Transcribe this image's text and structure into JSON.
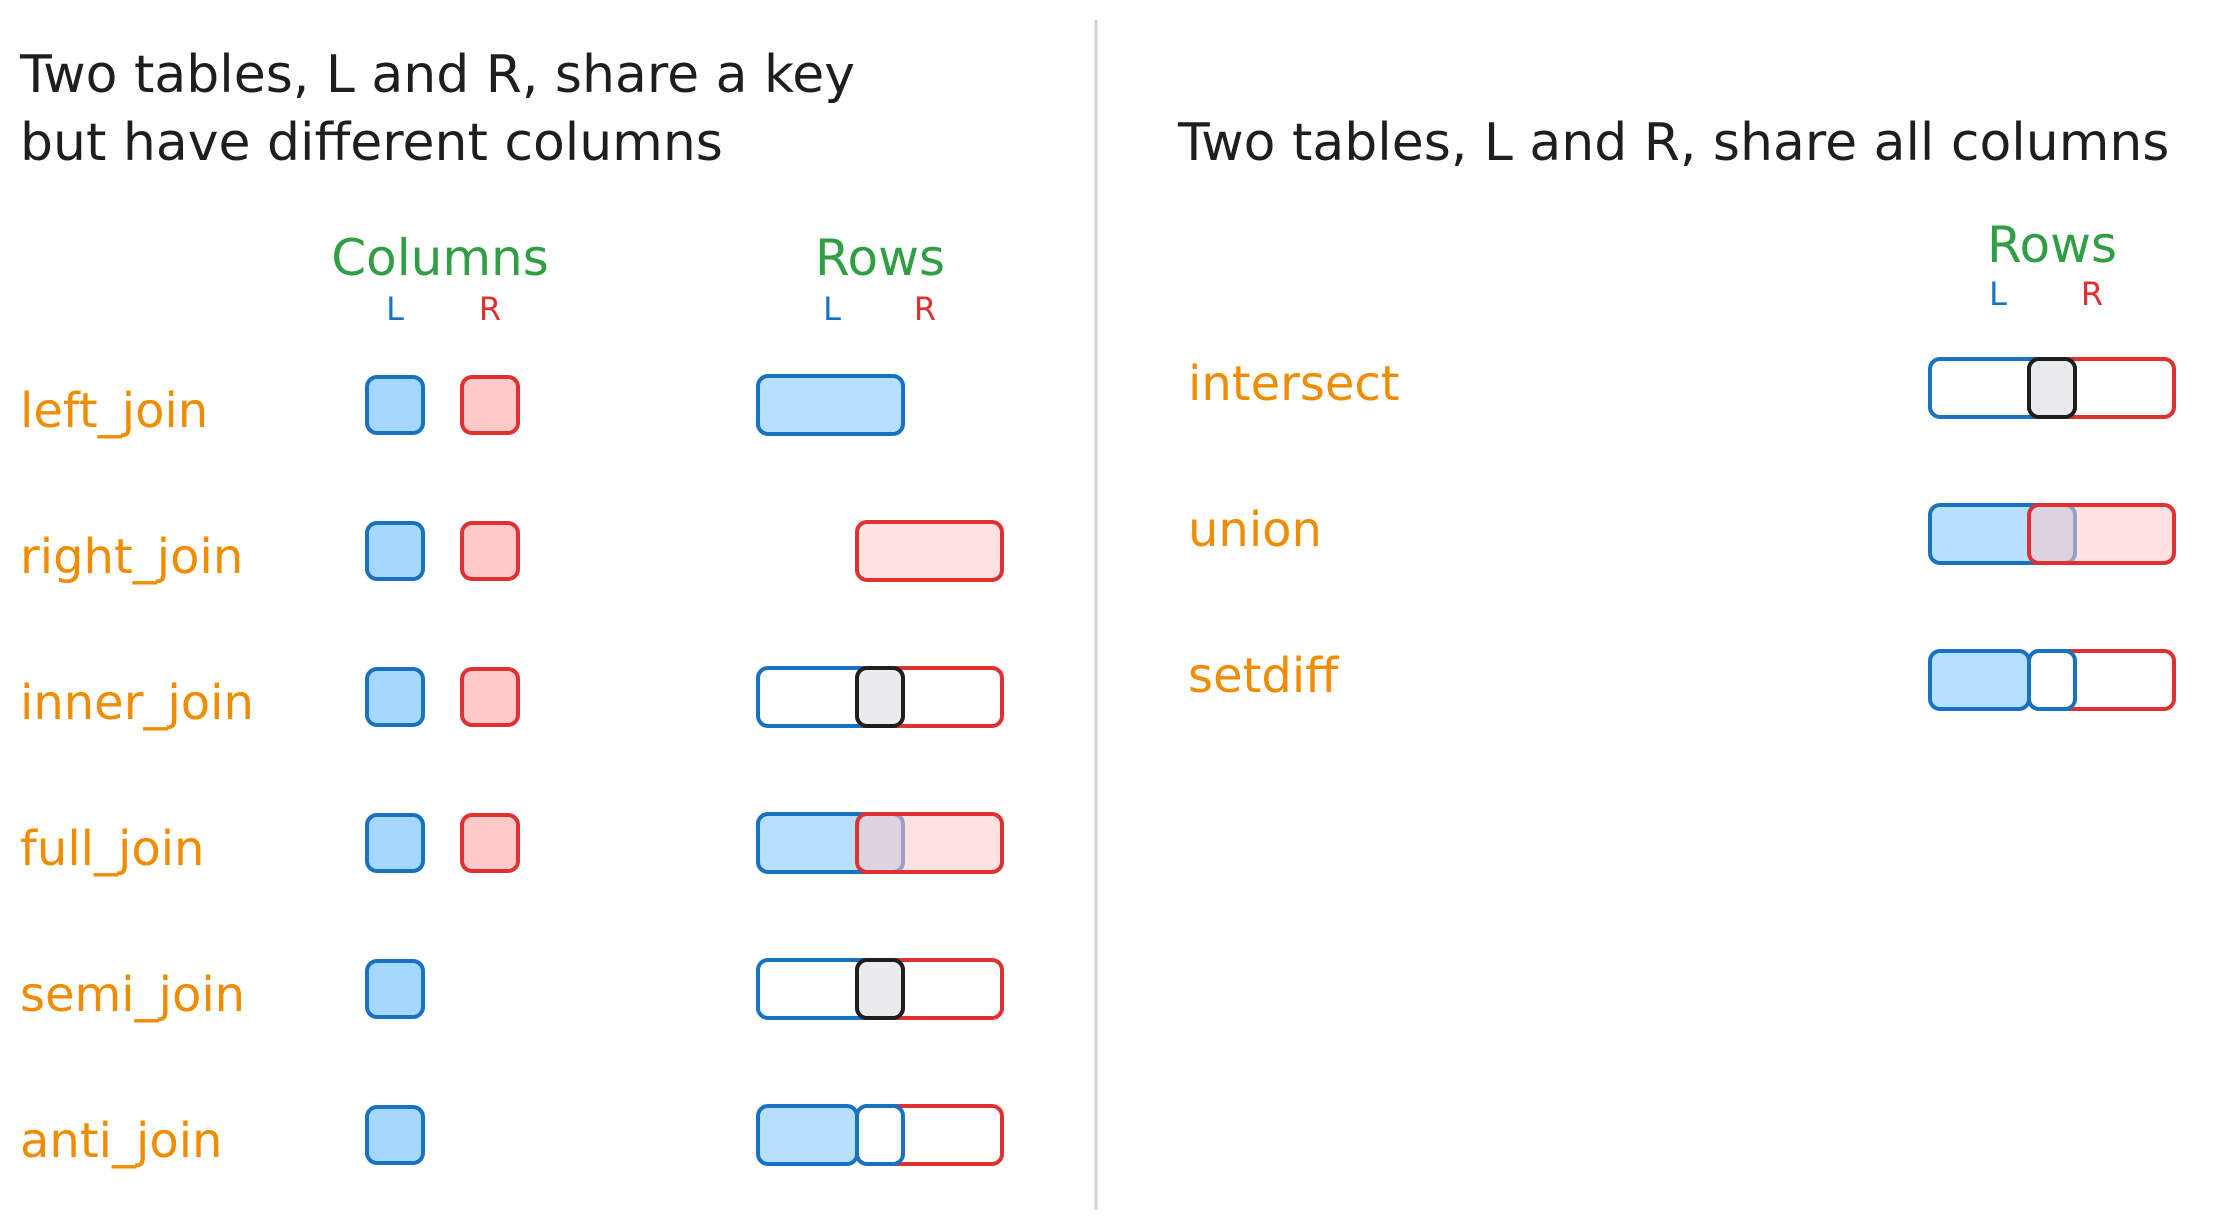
{
  "colors": {
    "text": "#1e1e1e",
    "heading_green": "#2f9e44",
    "label_orange": "#f08c00",
    "left_blue": "#1971c2",
    "left_fill": "#a5d8ff",
    "right_red": "#e03131",
    "right_fill": "#ffc9c9",
    "overlap_fill": "#e9ecef",
    "divider": "#ced4da"
  },
  "left_panel": {
    "title_lines": [
      "Two tables, L and R, share a key",
      "but have different columns"
    ],
    "columns_heading": "Columns",
    "rows_heading": "Rows",
    "col_l": "L",
    "col_r": "R",
    "row_l": "L",
    "row_r": "R",
    "operations": [
      {
        "label": "left_join",
        "cols": [
          "L",
          "R"
        ],
        "rows": "left-only"
      },
      {
        "label": "right_join",
        "cols": [
          "L",
          "R"
        ],
        "rows": "right-only"
      },
      {
        "label": "inner_join",
        "cols": [
          "L",
          "R"
        ],
        "rows": "intersection"
      },
      {
        "label": "full_join",
        "cols": [
          "L",
          "R"
        ],
        "rows": "union"
      },
      {
        "label": "semi_join",
        "cols": [
          "L"
        ],
        "rows": "intersection"
      },
      {
        "label": "anti_join",
        "cols": [
          "L"
        ],
        "rows": "difference"
      }
    ]
  },
  "right_panel": {
    "title": "Two tables, L and R, share all columns",
    "rows_heading": "Rows",
    "row_l": "L",
    "row_r": "R",
    "operations": [
      {
        "label": "intersect",
        "rows": "intersection"
      },
      {
        "label": "union",
        "rows": "union"
      },
      {
        "label": "setdiff",
        "rows": "difference"
      }
    ]
  }
}
